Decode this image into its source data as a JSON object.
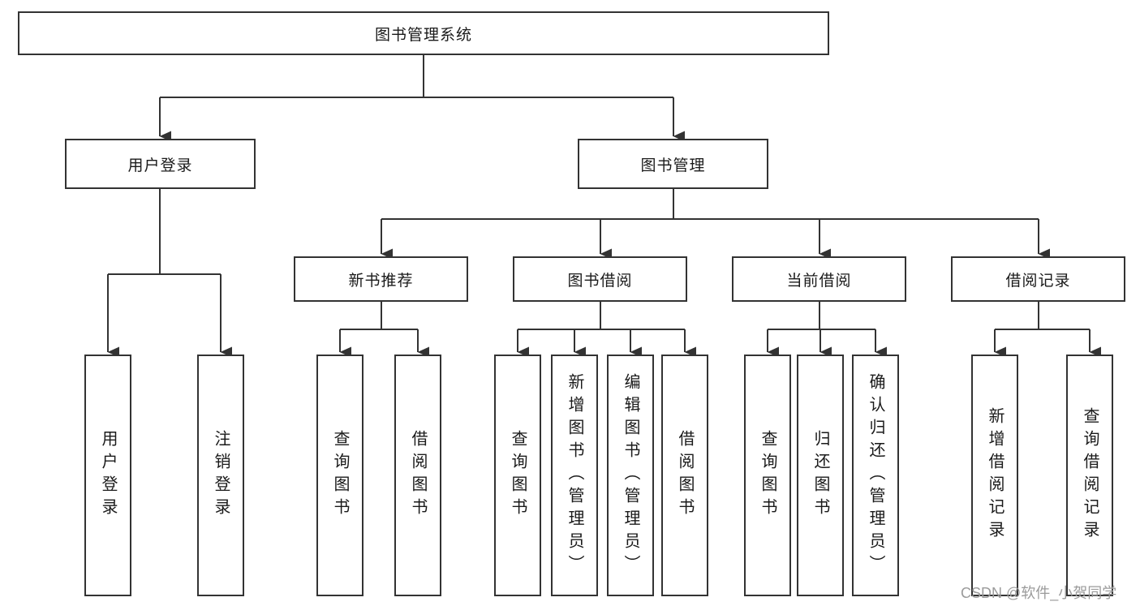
{
  "diagram_type": "hierarchy-tree",
  "colors": {
    "line": "#333333",
    "box_border": "#333333",
    "box_fill": "#ffffff",
    "text": "#1a1a1a",
    "background": "#ffffff",
    "watermark": "#9b9b9b"
  },
  "hierarchy": {
    "label": "图书管理系统",
    "children": [
      {
        "label": "用户登录",
        "children": [
          {
            "label": "用户登录"
          },
          {
            "label": "注销登录"
          }
        ]
      },
      {
        "label": "图书管理",
        "children": [
          {
            "label": "新书推荐",
            "children": [
              {
                "label": "查询图书"
              },
              {
                "label": "借阅图书"
              }
            ]
          },
          {
            "label": "图书借阅",
            "children": [
              {
                "label": "查询图书"
              },
              {
                "label": "新增图书（管理员）"
              },
              {
                "label": "编辑图书（管理员）"
              },
              {
                "label": "借阅图书"
              }
            ]
          },
          {
            "label": "当前借阅",
            "children": [
              {
                "label": "查询图书"
              },
              {
                "label": "归还图书"
              },
              {
                "label": "确认归还（管理员）"
              }
            ]
          },
          {
            "label": "借阅记录",
            "children": [
              {
                "label": "新增借阅记录"
              },
              {
                "label": "查询借阅记录"
              }
            ]
          }
        ]
      }
    ]
  },
  "watermark": {
    "text": "CSDN @软件_小贺同学"
  }
}
